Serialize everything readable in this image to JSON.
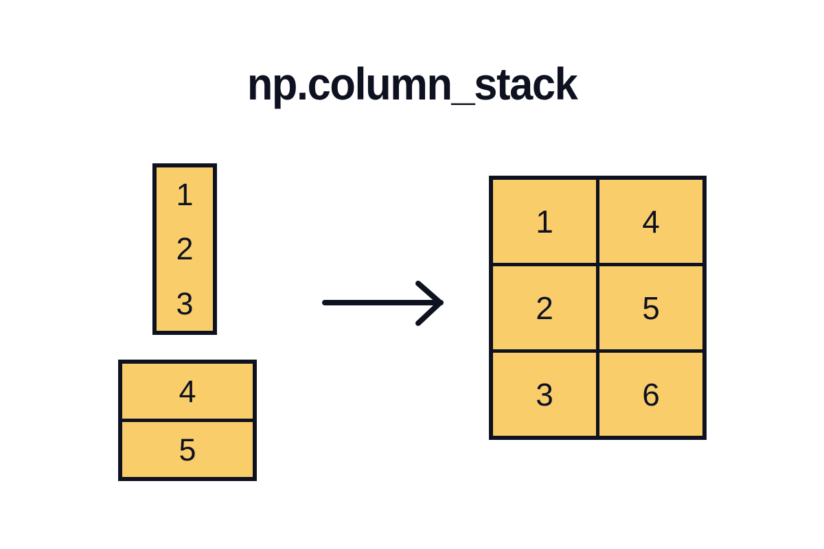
{
  "page": {
    "title": "np.column_stack",
    "background_color": "#ffffff"
  },
  "palette": {
    "cell_fill": "#facd6b",
    "ink": "#0e1220",
    "background": "#ffffff"
  },
  "diagram": {
    "type": "numpy-operation-illustration",
    "operation": "np.column_stack",
    "arrow": {
      "icon": "right-arrow-icon",
      "direction": "right"
    },
    "inputs": [
      {
        "name": "input-column",
        "shape": "3x1",
        "orientation": "vertical",
        "dividers": false,
        "values": [
          "1",
          "2",
          "3"
        ]
      },
      {
        "name": "input-rows",
        "shape": "2x1",
        "orientation": "vertical",
        "dividers": true,
        "values": [
          "4",
          "5"
        ]
      }
    ],
    "output": {
      "name": "output-grid",
      "shape": "3x2",
      "rows": [
        [
          "1",
          "4"
        ],
        [
          "2",
          "5"
        ],
        [
          "3",
          "6"
        ]
      ]
    }
  }
}
